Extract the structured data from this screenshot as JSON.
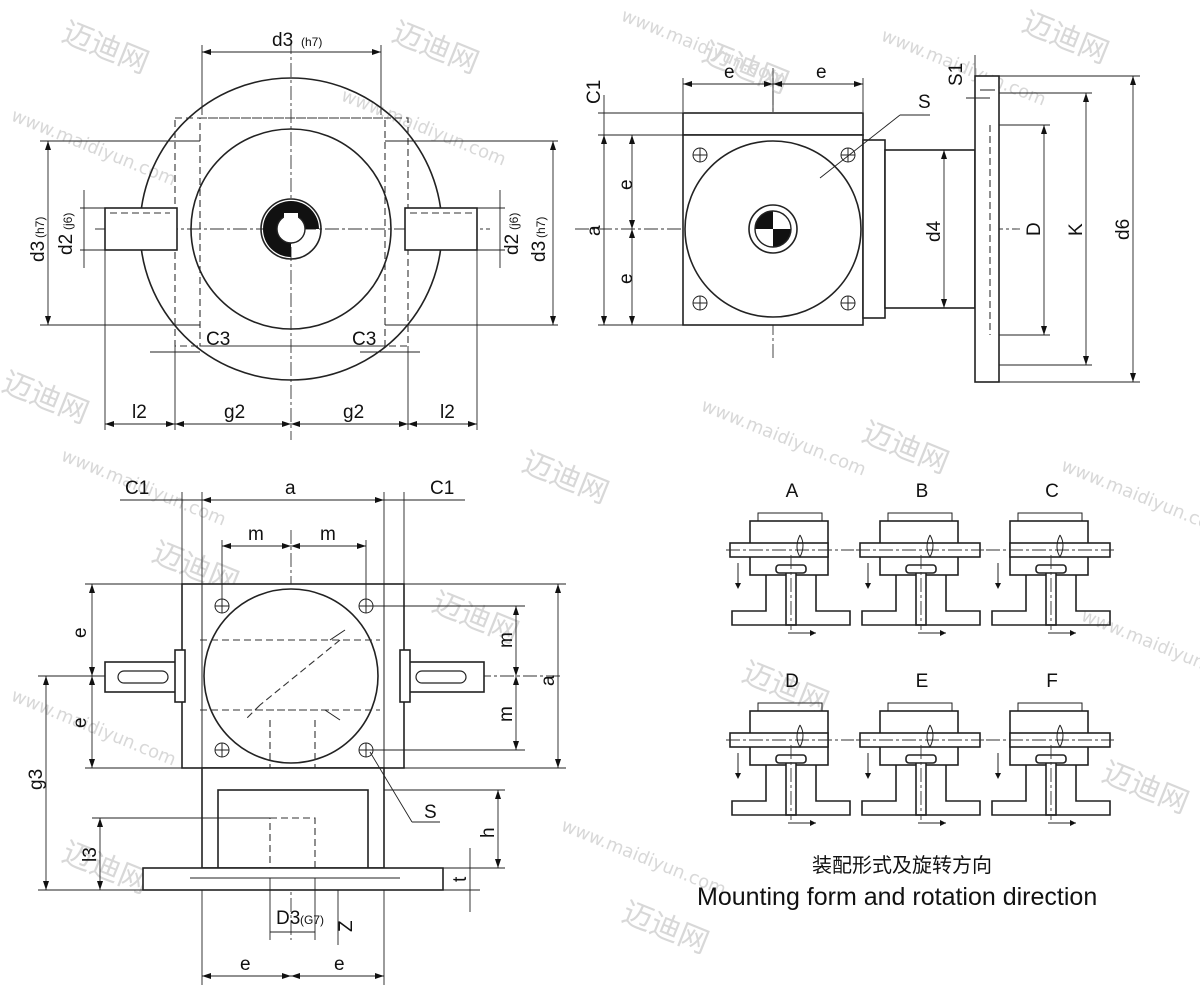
{
  "caption": {
    "chinese": "装配形式及旋转方向",
    "english": "Mounting form and rotation direction"
  },
  "view_front": {
    "labels": {
      "d3_top": "d3",
      "d3_top_sub": "(h7)",
      "d3_left": "d3",
      "d3_left_sub": "(h7)",
      "d2_left": "d2",
      "d2_left_sub": "(j6)",
      "d2_right": "d2",
      "d2_right_sub": "(j6)",
      "d3_right": "d3",
      "d3_right_sub": "(h7)",
      "c3_left": "C3",
      "c3_right": "C3",
      "l2_left": "l2",
      "g2_left": "g2",
      "g2_right": "g2",
      "l2_right": "l2"
    }
  },
  "view_side": {
    "labels": {
      "c1": "C1",
      "e_top_left": "e",
      "e_top_right": "e",
      "s": "S",
      "s1": "S1",
      "a": "a",
      "e_upper": "e",
      "e_lower": "e",
      "d4": "d4",
      "D": "D",
      "K": "K",
      "d6": "d6"
    }
  },
  "view_bottom": {
    "labels": {
      "c1_left": "C1",
      "a_top": "a",
      "c1_right": "C1",
      "m_left": "m",
      "m_right": "m",
      "e_upper": "e",
      "e_lower": "e",
      "m_upper": "m",
      "m_lower": "m",
      "a_right": "a",
      "g3": "g3",
      "l3": "l3",
      "s": "S",
      "h": "h",
      "t": "t",
      "D3": "D3",
      "D3_sub": "(G7)",
      "z": "Z",
      "e_bottom_left": "e",
      "e_bottom_right": "e"
    }
  },
  "mounting_forms": [
    "A",
    "B",
    "C",
    "D",
    "E",
    "F"
  ],
  "watermark": {
    "cn": "迈迪网",
    "url": "www.maidiyun.com"
  }
}
